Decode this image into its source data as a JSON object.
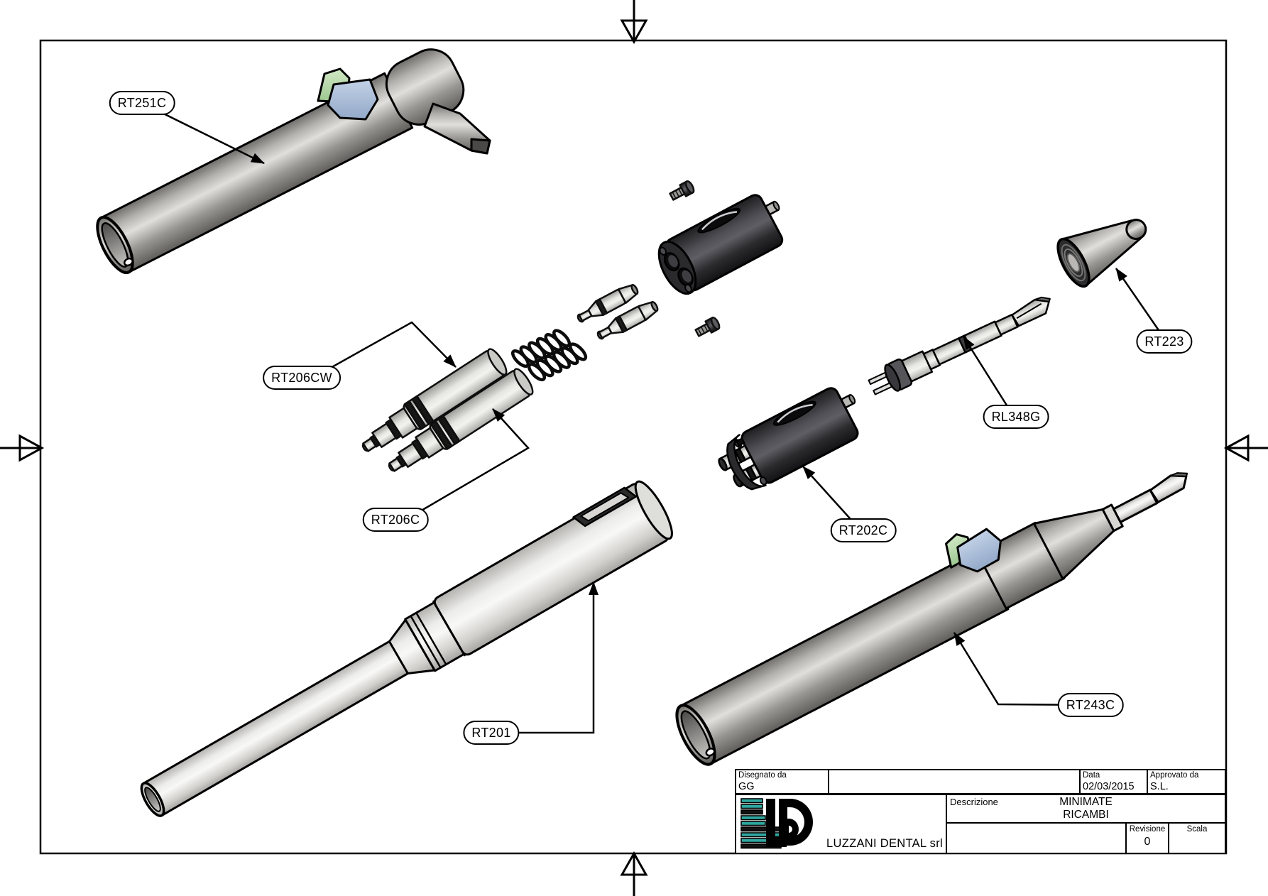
{
  "part_labels": [
    {
      "id": "rt251c",
      "text": "RT251C"
    },
    {
      "id": "rt206cw",
      "text": "RT206CW"
    },
    {
      "id": "rt206c",
      "text": "RT206C"
    },
    {
      "id": "rt201",
      "text": "RT201"
    },
    {
      "id": "rt202c",
      "text": "RT202C"
    },
    {
      "id": "rt223",
      "text": "RT223"
    },
    {
      "id": "rl348g",
      "text": "RL348G"
    },
    {
      "id": "rt243c",
      "text": "RT243C"
    }
  ],
  "title_block": {
    "disegnato_label": "Disegnato da",
    "disegnato_value": "GG",
    "data_label": "Data",
    "data_value": "02/03/2015",
    "approvato_label": "Approvato da",
    "approvato_value": "S.L.",
    "descrizione_label": "Descrizione",
    "descrizione_line1": "MINIMATE",
    "descrizione_line2": "RICAMBI",
    "revisione_label": "Revisione",
    "revisione_value": "0",
    "scala_label": "Scala",
    "scala_value": "",
    "company": "LUZZANI DENTAL srl"
  },
  "colors": {
    "logo_teal": "#2EA9A1",
    "part_green": "#b7dcab",
    "part_blue": "#a9bdd9",
    "dark_part": "#232326",
    "outline": "#000000"
  }
}
